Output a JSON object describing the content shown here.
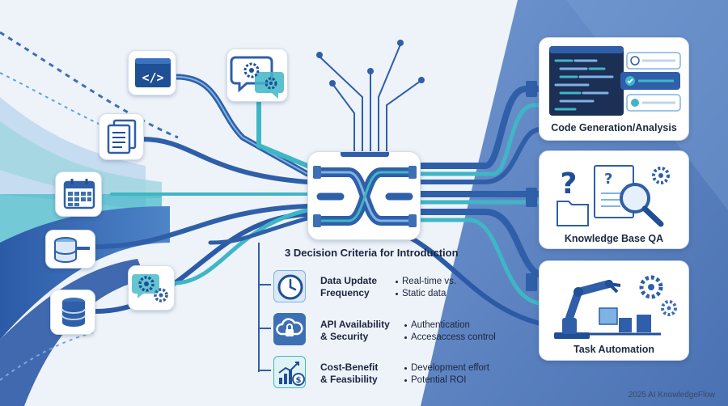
{
  "criteria": {
    "title": "3 Decision Criteria for Introduction",
    "items": [
      {
        "name_line1": "Data Update",
        "name_line2": "Frequency",
        "detail_line1": "Real-time vs.",
        "detail_line2": "Static data",
        "icon": "clock-icon"
      },
      {
        "name_line1": "API Availability",
        "name_line2": "& Security",
        "detail_line1": "Authentication",
        "detail_line2": "Accesaccess control",
        "icon": "cloud-lock-icon"
      },
      {
        "name_line1": "Cost-Benefit",
        "name_line2": "& Feasibility",
        "detail_line1": "Development effort",
        "detail_line2": "Potential ROI",
        "icon": "chart-coin-icon"
      }
    ]
  },
  "outputs": [
    {
      "label": "Code Generation/Analysis",
      "icon": "code-editor-icon"
    },
    {
      "label": "Knowledge Base QA",
      "icon": "question-search-icon"
    },
    {
      "label": "Task Automation",
      "icon": "robot-arm-icon"
    }
  ],
  "inputs": [
    "code-icon",
    "documents-icon",
    "calendar-icon",
    "database-icon",
    "storage-icon",
    "chat-gears-icon",
    "gear-settings-icon"
  ],
  "footer": "2025 AI KnowledgeFlow",
  "colors": {
    "primary_blue": "#2f5fa8",
    "teal": "#3fb6c6",
    "navy": "#1b2540"
  }
}
